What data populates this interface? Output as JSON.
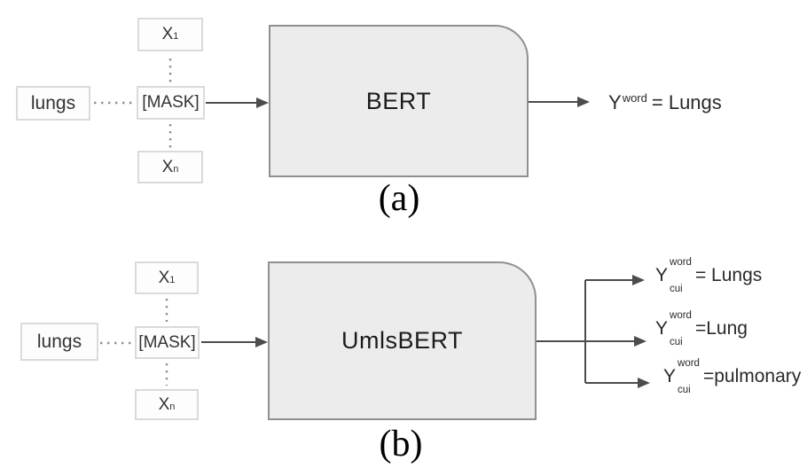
{
  "figure": {
    "colors": {
      "model_box_fill": "#ececec",
      "model_box_border": "#909090",
      "token_box_fill": "#fdfdfd",
      "token_box_border": "#dadada",
      "arrow": "#4c4c4c",
      "dotted_line": "#8f8f8f",
      "text": "#2a2a2a",
      "background": "#ffffff"
    },
    "diagram_a": {
      "caption": "(a)",
      "word_box": "lungs",
      "token_top": {
        "base": "X",
        "sub": "1"
      },
      "mask_token": "[MASK]",
      "token_bottom": {
        "base": "X",
        "sub": "n"
      },
      "model_label": "BERT",
      "output": {
        "base": "Y",
        "sup": "word",
        "value": "= Lungs"
      }
    },
    "diagram_b": {
      "caption": "(b)",
      "word_box": "lungs",
      "token_top": {
        "base": "X",
        "sub": "1"
      },
      "mask_token": "[MASK]",
      "token_bottom": {
        "base": "X",
        "sub": "n"
      },
      "model_label": "UmlsBERT",
      "outputs": [
        {
          "base": "Y",
          "sup": "word",
          "sub": "cui",
          "value": "= Lungs"
        },
        {
          "base": "Y",
          "sup": "word",
          "sub": "cui",
          "value": "=Lung"
        },
        {
          "base": "Y",
          "sup": "word",
          "sub": "cui",
          "value": "=pulmonary"
        }
      ]
    }
  }
}
